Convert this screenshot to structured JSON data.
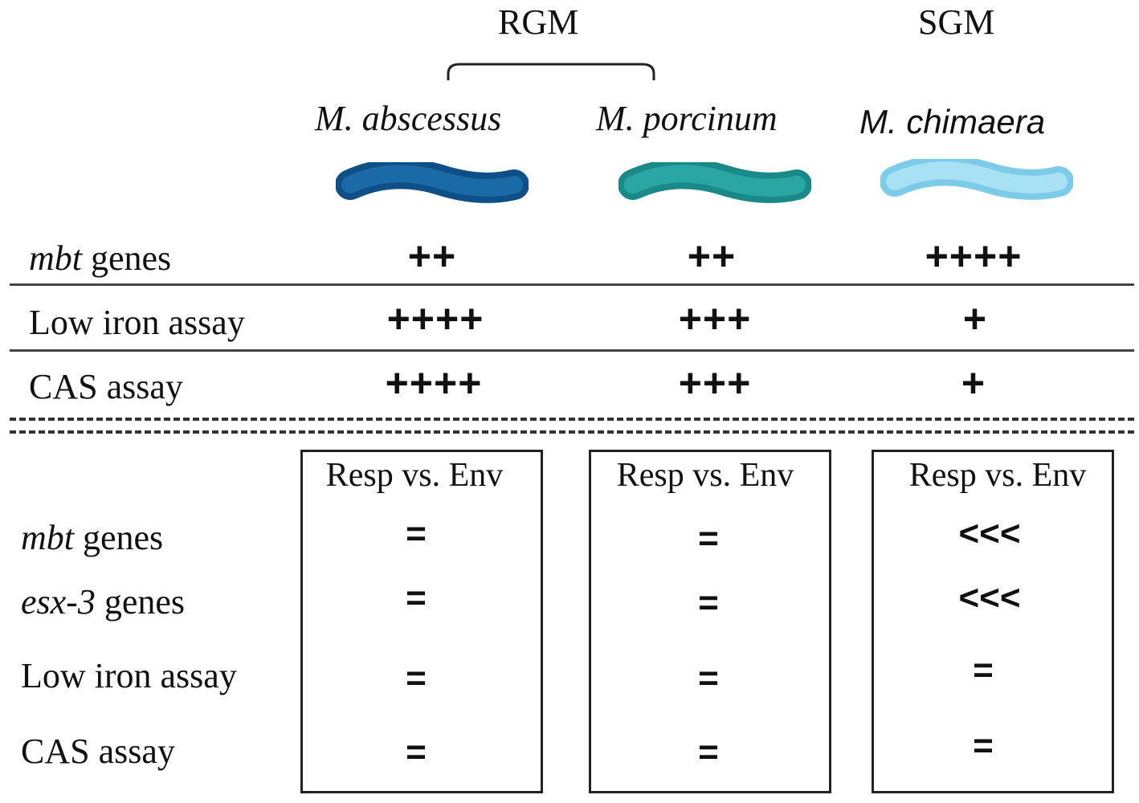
{
  "groups": {
    "rgm": "RGM",
    "sgm": "SGM"
  },
  "species": [
    {
      "name": "M. abscessus",
      "color": "#1a6aa8",
      "stroke": "#0d4f86"
    },
    {
      "name": "M. porcinum",
      "color": "#2aa6a4",
      "stroke": "#1a8a88"
    },
    {
      "name": "M. chimaera",
      "color": "#a9e1f4",
      "stroke": "#7ccbe9"
    }
  ],
  "top_rows": [
    {
      "label_italic": "mbt",
      "label_rest": " genes",
      "values": [
        "++",
        "++",
        "++++"
      ]
    },
    {
      "label_italic": "",
      "label_rest": "Low iron assay",
      "values": [
        "++++",
        "+++",
        "+"
      ]
    },
    {
      "label_italic": "",
      "label_rest": "CAS assay",
      "values": [
        "++++",
        "+++",
        "+"
      ]
    }
  ],
  "comparison_header": "Resp vs. Env",
  "bottom_rows": [
    {
      "label_italic": "mbt",
      "label_rest": " genes",
      "values": [
        "=",
        "=",
        "<<<"
      ]
    },
    {
      "label_italic": "esx-3",
      "label_rest": " genes",
      "values": [
        "=",
        "=",
        "<<<"
      ]
    },
    {
      "label_italic": "",
      "label_rest": "Low iron assay",
      "values": [
        "=",
        "=",
        "="
      ]
    },
    {
      "label_italic": "",
      "label_rest": "CAS assay",
      "values": [
        "=",
        "=",
        "="
      ]
    }
  ]
}
